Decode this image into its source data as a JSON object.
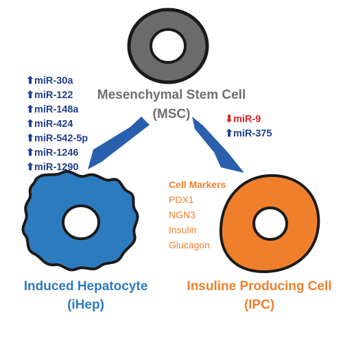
{
  "colors": {
    "msc_gray": "#6b6b6b",
    "outline": "#1a1a1a",
    "hep_blue": "#2d7bbf",
    "ipc_orange": "#f07f2c",
    "arrow_blue": "#2a5fad",
    "mir_navy": "#1e3f8f",
    "down_red": "#d8262c",
    "label_gray": "#6d6e71"
  },
  "msc": {
    "title": "Mesenchymal Stem Cell",
    "subtitle": "(MSC)"
  },
  "left_mirs": {
    "arrow": "⬆",
    "items": [
      "miR-30a",
      "miR-122",
      "miR-148a",
      "miR-424",
      "miR-542-5p",
      "miR-1246",
      "miR-1290"
    ]
  },
  "right_mirs": {
    "down_arrow": "⬇",
    "up_arrow": "⬆",
    "items": [
      {
        "label": "miR-9",
        "direction": "down"
      },
      {
        "label": "miR-375",
        "direction": "up"
      }
    ]
  },
  "markers": {
    "title": "Cell Markers",
    "items": [
      "PDX1",
      "NGN3",
      "Insulin",
      "Glucagon"
    ]
  },
  "ihep": {
    "title": "Induced Hepatocyte",
    "subtitle": "(iHep)"
  },
  "ipc": {
    "title": "Insuline Producing Cell",
    "subtitle": "(IPC)"
  }
}
